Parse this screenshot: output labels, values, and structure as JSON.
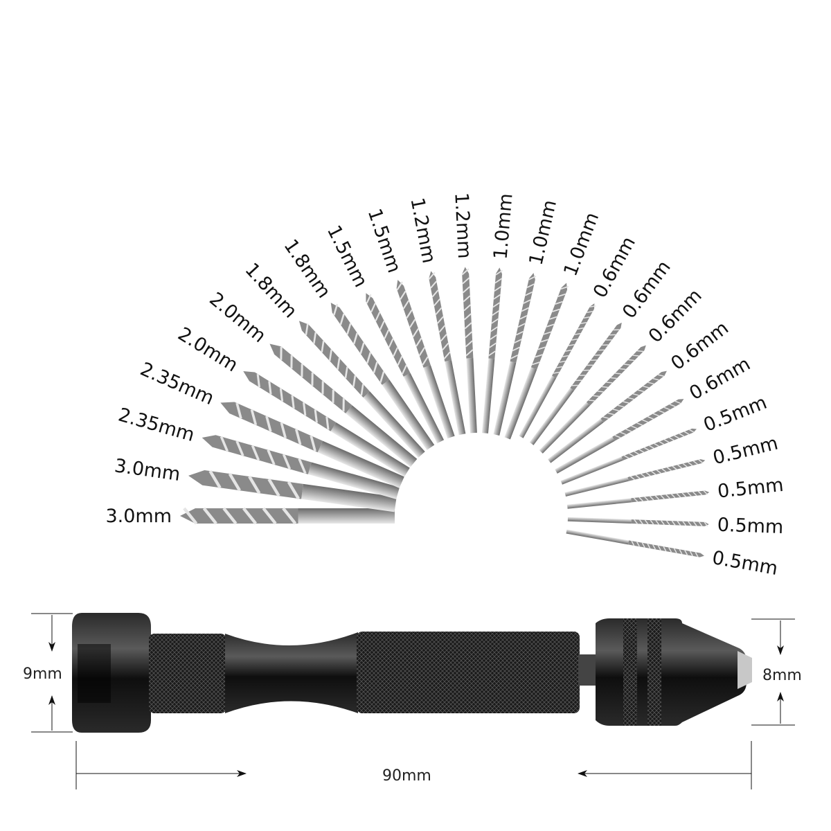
{
  "drill_bits": [
    {
      "size": "3.0mm"
    },
    {
      "size": "3.0mm"
    },
    {
      "size": "2.35mm"
    },
    {
      "size": "2.35mm"
    },
    {
      "size": "2.0mm"
    },
    {
      "size": "2.0mm"
    },
    {
      "size": "1.8mm"
    },
    {
      "size": "1.8mm"
    },
    {
      "size": "1.5mm"
    },
    {
      "size": "1.5mm"
    },
    {
      "size": "1.2mm"
    },
    {
      "size": "1.2mm"
    },
    {
      "size": "1.0mm"
    },
    {
      "size": "1.0mm"
    },
    {
      "size": "1.0mm"
    },
    {
      "size": "0.6mm"
    },
    {
      "size": "0.6mm"
    },
    {
      "size": "0.6mm"
    },
    {
      "size": "0.6mm"
    },
    {
      "size": "0.6mm"
    },
    {
      "size": "0.5mm"
    },
    {
      "size": "0.5mm"
    },
    {
      "size": "0.5mm"
    },
    {
      "size": "0.5mm"
    },
    {
      "size": "0.5mm"
    }
  ],
  "dimensions": {
    "cap_diameter": "9mm",
    "chuck_diameter": "8mm",
    "total_length": "90mm"
  },
  "colors": {
    "bit": "#b9b9b9",
    "bit_dark": "#6e6e6e",
    "handle": "#141414"
  }
}
